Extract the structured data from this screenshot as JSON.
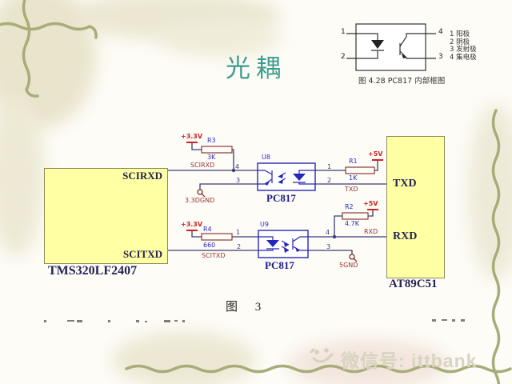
{
  "slide": {
    "title": "光耦",
    "figure_caption": "图 3",
    "watermark_text": "微信号: ittbank"
  },
  "inset": {
    "caption": "图 4.28 PC817 内部框图",
    "pin_top_left": "1",
    "pin_bottom_left": "2",
    "pin_top_right": "4",
    "pin_bottom_right": "3",
    "legend": [
      {
        "num": "1",
        "label": "阳极"
      },
      {
        "num": "2",
        "label": "阴极"
      },
      {
        "num": "3",
        "label": "发射极"
      },
      {
        "num": "4",
        "label": "集电极"
      }
    ]
  },
  "schematic": {
    "left_chip": {
      "name": "TMS320LF2407",
      "pin_top": "SCIRXD",
      "pin_bottom": "SCITXD"
    },
    "right_chip": {
      "name": "AT89C51",
      "pin_top": "TXD",
      "pin_bottom": "RXD"
    },
    "opto_top": {
      "ref": "U8",
      "part": "PC817",
      "pin_left_top": "4",
      "pin_left_bottom": "3",
      "pin_right_top": "1",
      "pin_right_bottom": "2"
    },
    "opto_bottom": {
      "ref": "U9",
      "part": "PC817",
      "pin_left_top": "1",
      "pin_left_bottom": "2",
      "pin_right_top": "4",
      "pin_right_bottom": "3"
    },
    "r3": {
      "ref": "R3",
      "value": "3K"
    },
    "r1": {
      "ref": "R1",
      "value": "1K"
    },
    "r4": {
      "ref": "R4",
      "value": "660"
    },
    "r2": {
      "ref": "R2",
      "value": "4.7K"
    },
    "nets": {
      "scirxd": "SCIRXD",
      "scitxd": "SCITXD",
      "txd": "TXD",
      "rxd": "RXD",
      "gnd33": "3.3DGND",
      "gnd5": "5GND",
      "p33_top": "+3.3V",
      "p33_bottom": "+3.3V",
      "p5_top": "+5V",
      "p5_bottom": "+5V"
    }
  },
  "colors": {
    "title": "#3E9C8E",
    "wire": "#3c3c78",
    "net_label": "#9c3333",
    "power_label": "#cc2222",
    "component_label": "#2a2ac0",
    "chip_fill": "#ffffa3",
    "opto_blue": "#2626b8",
    "decoration_olive": "#a8ac79",
    "watermark_gray": "#d8d4c1"
  }
}
